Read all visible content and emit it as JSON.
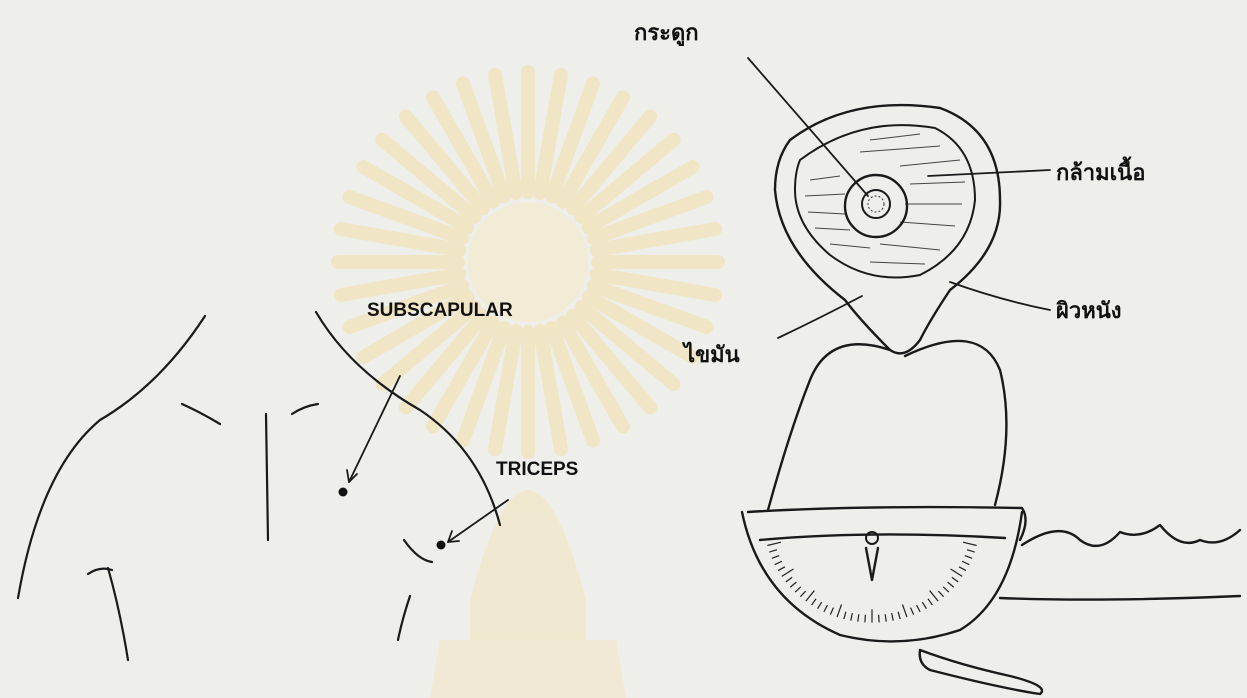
{
  "labels": {
    "bone": "กระดูก",
    "muscle": "กล้ามเนื้อ",
    "skin": "ผิวหนัง",
    "fat": "ไขมัน",
    "subscapular": "SUBSCAPULAR",
    "triceps": "TRICEPS"
  },
  "colors": {
    "paper": "#eeeeea",
    "ink": "#1a1a1a",
    "watermark": "#f2e2b4"
  }
}
